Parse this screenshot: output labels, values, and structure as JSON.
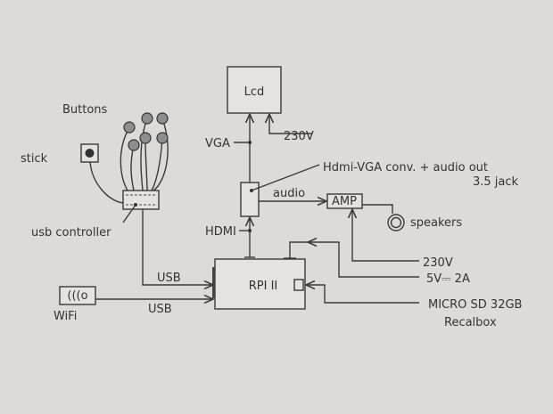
{
  "labels": {
    "lcd": "Lcd",
    "lcd_power": "230V",
    "vga": "VGA",
    "converter": "Hdmi-VGA conv. + audio out",
    "converter_jack": "3.5 jack",
    "audio": "audio",
    "amp": "AMP",
    "speakers": "speakers",
    "hdmi": "HDMI",
    "rpi": "RPI II",
    "amp_power": "230V",
    "rpi_power": "5V⎓ 2A",
    "sd": "MICRO SD 32GB",
    "sd_os": "Recalbox",
    "buttons": "Buttons",
    "stick": "stick",
    "usb_controller": "usb controller",
    "usb_1": "USB",
    "usb_2": "USB",
    "wifi": "WiFi",
    "wifi_icon_text": "(((o"
  },
  "colors": {
    "paper": "#dcdbd9",
    "ink": "#3a3a3a"
  }
}
